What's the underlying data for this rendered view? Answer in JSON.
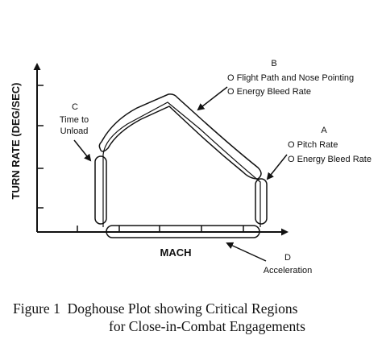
{
  "diagram": {
    "y_axis_label": "TURN RATE (DEG/SEC)",
    "x_axis_label": "MACH",
    "regions": [
      {
        "id": "A",
        "items": [
          "O Pitch Rate",
          "O Energy Bleed Rate"
        ]
      },
      {
        "id": "B",
        "items": [
          "O Flight Path and Nose Pointing",
          "O Energy Bleed Rate"
        ]
      },
      {
        "id": "C",
        "items": [
          "Time to",
          "Unload"
        ]
      },
      {
        "id": "D",
        "items": [
          "Acceleration"
        ]
      }
    ]
  },
  "caption": {
    "line1": "Figure 1  Doghouse Plot showing Critical Regions",
    "line2": "for Close-in-Combat Engagements"
  }
}
